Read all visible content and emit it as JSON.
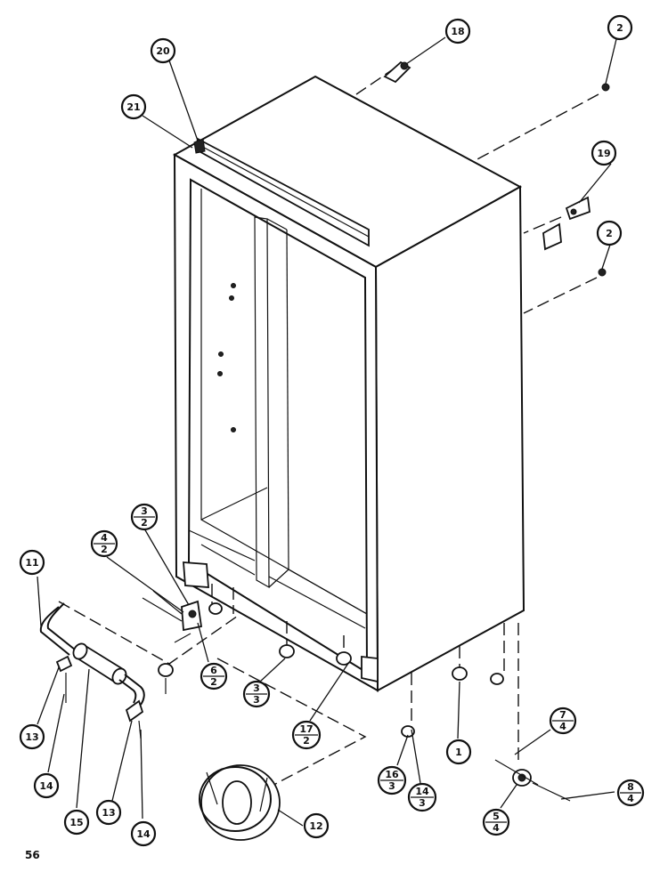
{
  "page_number": "56",
  "callouts": [
    {
      "id": "c20",
      "label": "20"
    },
    {
      "id": "c21",
      "label": "21"
    },
    {
      "id": "c18",
      "label": "18"
    },
    {
      "id": "c2a",
      "label": "2"
    },
    {
      "id": "c19",
      "label": "19"
    },
    {
      "id": "c2b",
      "label": "2"
    },
    {
      "id": "c11",
      "label": "11"
    },
    {
      "id": "c13a",
      "label": "13"
    },
    {
      "id": "c14a",
      "label": "14"
    },
    {
      "id": "c15",
      "label": "15"
    },
    {
      "id": "c13b",
      "label": "13"
    },
    {
      "id": "c14b",
      "label": "14"
    },
    {
      "id": "c12",
      "label": "12"
    },
    {
      "id": "c1",
      "label": "1"
    },
    {
      "id": "c8_2",
      "top": "3",
      "bottom": "2"
    },
    {
      "id": "c4_2",
      "top": "4",
      "bottom": "2"
    },
    {
      "id": "c6_2",
      "top": "6",
      "bottom": "2"
    },
    {
      "id": "c3_3",
      "top": "3",
      "bottom": "3"
    },
    {
      "id": "c17_2",
      "top": "17",
      "bottom": "2"
    },
    {
      "id": "c16_3",
      "top": "16",
      "bottom": "3"
    },
    {
      "id": "c14_3",
      "top": "14",
      "bottom": "3"
    },
    {
      "id": "c7_4",
      "top": "7",
      "bottom": "4"
    },
    {
      "id": "c8_4",
      "top": "8",
      "bottom": "4"
    },
    {
      "id": "c5_4",
      "top": "5",
      "bottom": "4"
    }
  ]
}
